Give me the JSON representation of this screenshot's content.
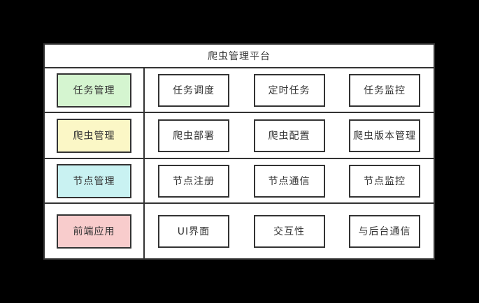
{
  "page": {
    "background_color": "#000000"
  },
  "diagram": {
    "title": "爬虫管理平台",
    "border_color": "#333333",
    "background_color": "#ffffff",
    "text_color": "#333333",
    "rows": [
      {
        "category": {
          "label": "任务管理",
          "fill_color": "#d5f5d0"
        },
        "items": [
          "任务调度",
          "定时任务",
          "任务监控"
        ]
      },
      {
        "category": {
          "label": "爬虫管理",
          "fill_color": "#fbf7c6"
        },
        "items": [
          "爬虫部署",
          "爬虫配置",
          "爬虫版本管理"
        ]
      },
      {
        "category": {
          "label": "节点管理",
          "fill_color": "#c9f2f2"
        },
        "items": [
          "节点注册",
          "节点通信",
          "节点监控"
        ]
      },
      {
        "category": {
          "label": "前端应用",
          "fill_color": "#f8cccc"
        },
        "items": [
          "UI界面",
          "交互性",
          "与后台通信"
        ]
      }
    ]
  }
}
